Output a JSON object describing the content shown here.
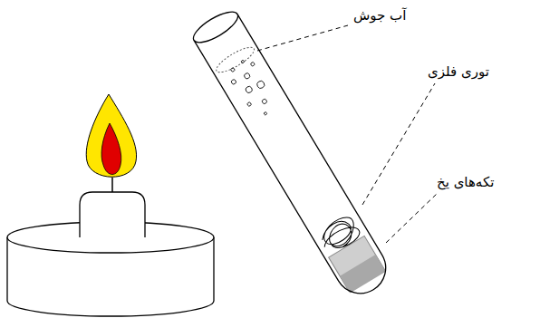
{
  "diagram": {
    "labels": [
      "آب جوش",
      "توری فلزی",
      "تکه‌های یخ"
    ]
  }
}
